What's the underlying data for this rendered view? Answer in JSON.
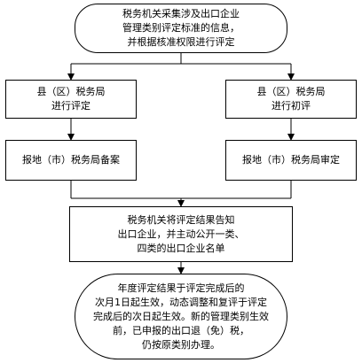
{
  "nodes": {
    "start": {
      "text": "税务机关采集涉及出口企业\n管理类别评定标准的信息，\n并根据核准权限进行评定"
    },
    "county_left": {
      "text": "县（区）税务局\n进行评定"
    },
    "county_right": {
      "text": "县（区）税务局\n进行初评"
    },
    "city_left": {
      "text": "报地（市）税务局备案"
    },
    "city_right": {
      "text": "报地（市）税务局审定"
    },
    "notify": {
      "text": "税务机关将评定结果告知\n出口企业，并主动公开一类、\n四类的出口企业名单"
    },
    "end": {
      "text": "年度评定结果于评定完成后的\n次月1日起生效，动态调整和复评于评定\n完成后的次日起生效。新的管理类别生效\n前，已申报的出口退（免）税，\n仍按原类别办理。"
    }
  }
}
